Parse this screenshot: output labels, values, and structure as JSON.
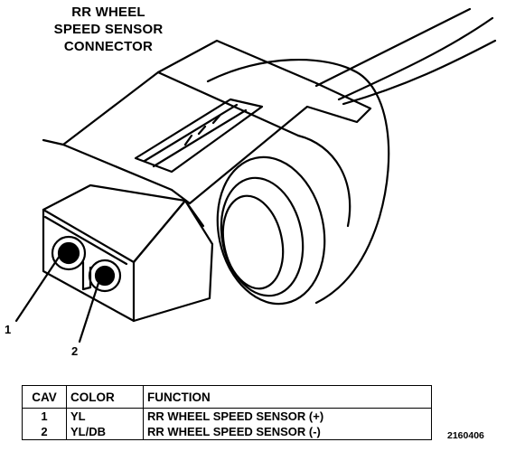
{
  "title_lines": [
    "RR WHEEL",
    "SPEED SENSOR",
    "CONNECTOR"
  ],
  "callouts": [
    "1",
    "2"
  ],
  "table": {
    "headers": [
      "CAV",
      "COLOR",
      "FUNCTION"
    ],
    "rows": [
      {
        "cav": "1",
        "color": "YL",
        "function": "RR WHEEL SPEED SENSOR (+)"
      },
      {
        "cav": "2",
        "color": "YL/DB",
        "function": "RR WHEEL SPEED SENSOR (-)"
      }
    ]
  },
  "figure_id": "2160406",
  "colors": {
    "ink": "#000000",
    "paper": "#ffffff"
  }
}
